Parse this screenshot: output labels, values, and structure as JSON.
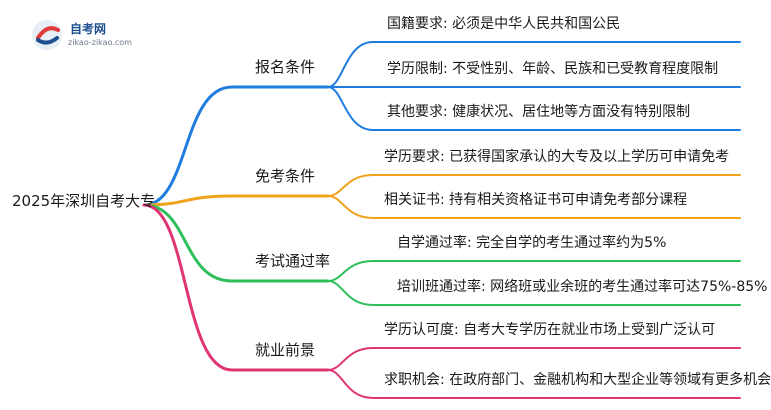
{
  "logo": {
    "title": "自考网",
    "subtitle": "zikao-zikao.com"
  },
  "root": {
    "label": "2025年深圳自考大专"
  },
  "branches": [
    {
      "label": "报名条件",
      "color": "#1f7de0",
      "leaves": [
        "国籍要求: 必须是中华人民共和国公民",
        "学历限制: 不受性别、年龄、民族和已受教育程度限制",
        "其他要求: 健康状况、居住地等方面没有特别限制"
      ]
    },
    {
      "label": "免考条件",
      "color": "#f0a21a",
      "leaves": [
        "学历要求: 已获得国家承认的大专及以上学历可申请免考",
        "相关证书: 持有相关资格证书可申请免考部分课程"
      ]
    },
    {
      "label": "考试通过率",
      "color": "#2fbf5a",
      "leaves": [
        "自学通过率: 完全自学的考生通过率约为5%",
        "培训班通过率: 网络班或业余班的考生通过率可达75%-85%"
      ]
    },
    {
      "label": "就业前景",
      "color": "#e03575",
      "leaves": [
        "学历认可度: 自考大专学历在就业市场上受到广泛认可",
        "求职机会: 在政府部门、金融机构和大型企业等领域有更多机会"
      ]
    }
  ]
}
